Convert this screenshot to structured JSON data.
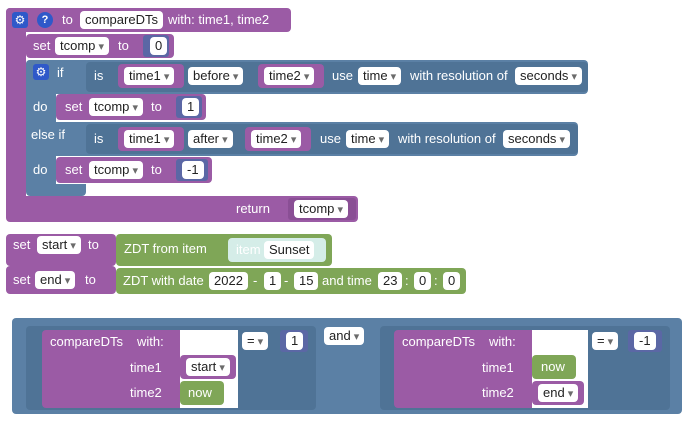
{
  "func": {
    "to_label": "to",
    "name": "compareDTs",
    "with_label": "with: time1, time2",
    "set_label": "set",
    "var": "tcomp",
    "to": "to",
    "init_value": "0",
    "if_label": "if",
    "else_if_label": "else if",
    "do_label": "do",
    "is_label": "is",
    "use_label": "use",
    "res_label": "with resolution of",
    "cond1": {
      "a": "time1",
      "op": "before",
      "b": "time2",
      "use": "time",
      "res": "seconds"
    },
    "cond2": {
      "a": "time1",
      "op": "after",
      "b": "time2",
      "use": "time",
      "res": "seconds"
    },
    "do1_value": "1",
    "do2_value": "-1",
    "return_label": "return",
    "return_var": "tcomp"
  },
  "set_start": {
    "set_label": "set",
    "var": "start",
    "to": "to",
    "zdt_label": "ZDT from item",
    "item_label": "item",
    "item_value": "Sunset"
  },
  "set_end": {
    "set_label": "set",
    "var": "end",
    "to": "to",
    "zdt_label": "ZDT with date",
    "year": "2022",
    "month": "1",
    "day": "15",
    "dash": "-",
    "and_time": "and time",
    "hour": "23",
    "minute": "0",
    "second": "0",
    "colon": ":"
  },
  "logic": {
    "and_label": "and",
    "left": {
      "name": "compareDTs",
      "with": "with:",
      "time1_label": "time1",
      "time2_label": "time2",
      "time1": "start",
      "time2": "now",
      "op": "=",
      "value": "1"
    },
    "right": {
      "name": "compareDTs",
      "with": "with:",
      "time1_label": "time1",
      "time2_label": "time2",
      "time1": "now",
      "time2": "end",
      "op": "=",
      "value": "-1"
    }
  }
}
